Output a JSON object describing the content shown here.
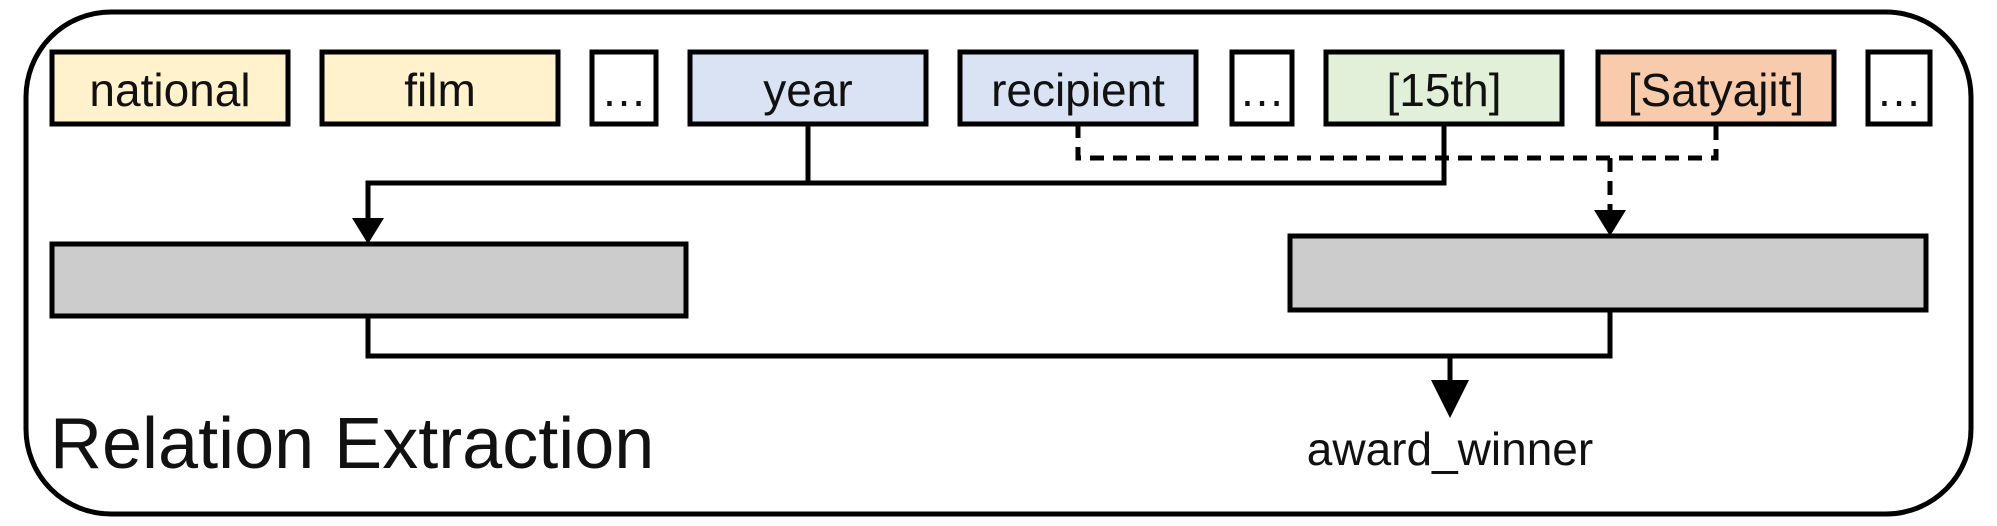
{
  "tokens": [
    {
      "label": "national",
      "color": "#fff2cc"
    },
    {
      "label": "film",
      "color": "#fff2cc"
    },
    {
      "label": "…",
      "color": "#ffffff"
    },
    {
      "label": "year",
      "color": "#dae3f3"
    },
    {
      "label": "recipient",
      "color": "#dae3f3"
    },
    {
      "label": "…",
      "color": "#ffffff"
    },
    {
      "label": "[15th]",
      "color": "#e2f0d9"
    },
    {
      "label": "[Satyajit]",
      "color": "#f8cbad"
    },
    {
      "label": "…",
      "color": "#ffffff"
    }
  ],
  "encoder_color": "#cccccc",
  "title": "Relation Extraction",
  "output_label": "award_winner"
}
